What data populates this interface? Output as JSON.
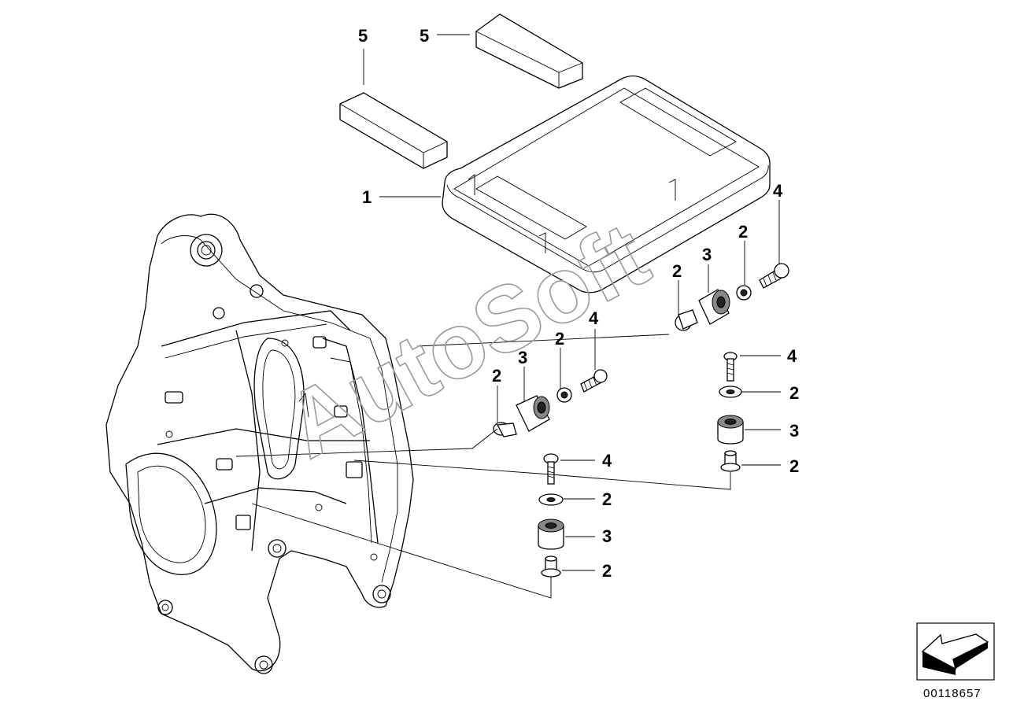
{
  "diagram": {
    "callouts": {
      "c1": "1",
      "c5a": "5",
      "c5b": "5",
      "c2a": "2",
      "c3a": "3",
      "c2b": "2",
      "c4a": "4",
      "c2c": "2",
      "c3b": "3",
      "c2d": "2",
      "c4b": "4",
      "c4c": "4",
      "c2e": "2",
      "c3c": "3",
      "c2f": "2",
      "c4d": "4",
      "c2g": "2",
      "c3d": "3",
      "c2h": "2"
    },
    "watermark": "AutoSoft",
    "doc_number": "00118657",
    "nav_icon": "arrow-back-icon"
  }
}
